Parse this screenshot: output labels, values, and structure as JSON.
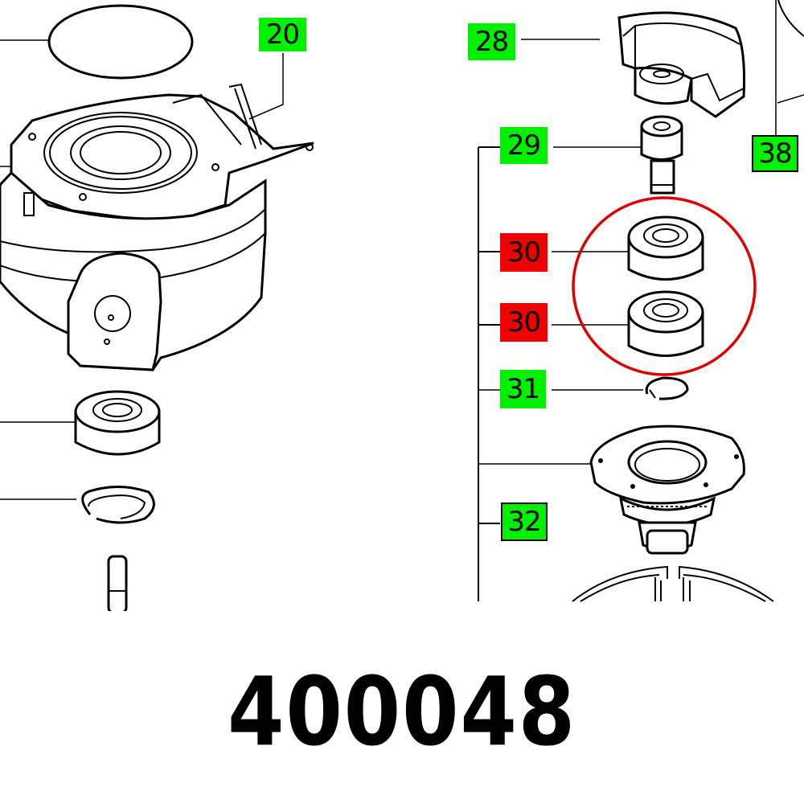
{
  "diagram": {
    "callouts": [
      {
        "id": "20",
        "label": "20",
        "status": "available",
        "color": "#00f000"
      },
      {
        "id": "28",
        "label": "28",
        "status": "available",
        "color": "#00f000"
      },
      {
        "id": "29",
        "label": "29",
        "status": "available",
        "color": "#00f000"
      },
      {
        "id": "30a",
        "label": "30",
        "status": "highlighted",
        "color": "#f00000"
      },
      {
        "id": "30b",
        "label": "30",
        "status": "highlighted",
        "color": "#f00000"
      },
      {
        "id": "31",
        "label": "31",
        "status": "available",
        "color": "#00f000"
      },
      {
        "id": "32",
        "label": "32",
        "status": "available",
        "color": "#00f000"
      },
      {
        "id": "38",
        "label": "38",
        "status": "available",
        "color": "#00f000"
      }
    ],
    "highlight_circle_color": "#e00000",
    "highlighted_part": "ball bearing (x2)"
  },
  "part_number": "400048"
}
